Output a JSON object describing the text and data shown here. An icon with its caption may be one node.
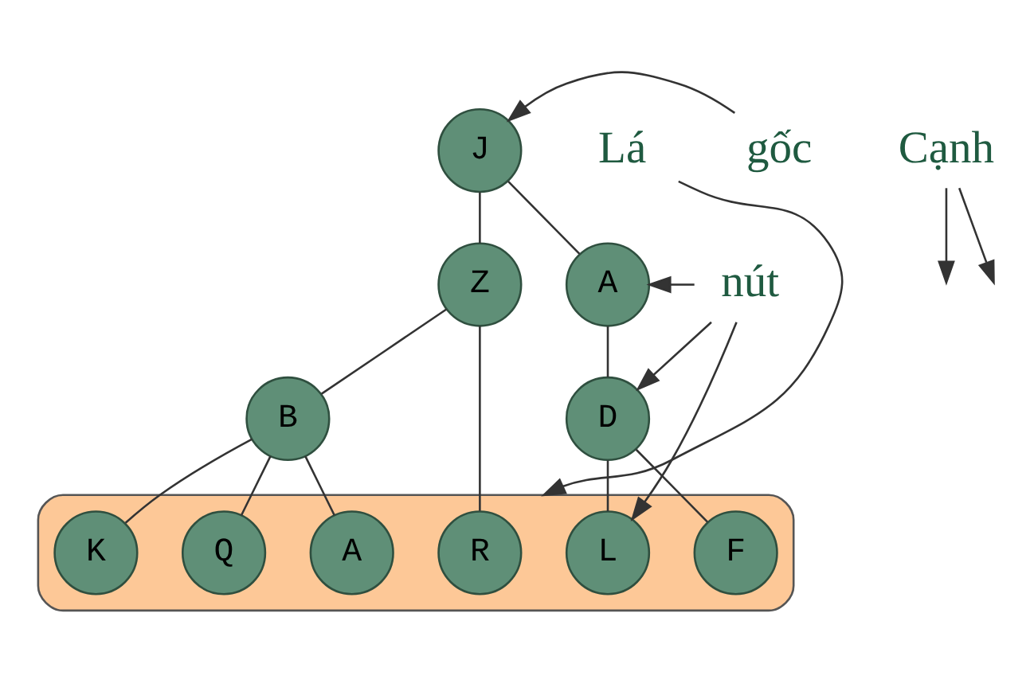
{
  "diagram": {
    "nodes": [
      {
        "text": [
          "J"
        ]
      },
      {
        "text": [
          "gốc"
        ]
      },
      {
        "text": [
          "Cạnh"
        ]
      },
      {
        "text": [
          "Z"
        ]
      },
      {
        "text": [
          "A"
        ]
      },
      {
        "text": [
          "nút"
        ]
      },
      {
        "text": [
          "B"
        ]
      },
      {
        "text": [],
        "shape": "cloud"
      },
      {
        "text": [
          "R"
        ],
        "in": 7
      },
      {
        "text": [
          "D"
        ]
      },
      {
        "text": [
          "Q"
        ],
        "in": 7
      },
      {
        "text": [
          "K"
        ],
        "in": 7
      },
      {
        "text": [
          "A"
        ],
        "in": 7
      },
      {
        "text": [
          "F"
        ],
        "in": 7
      },
      {
        "text": [
          "L"
        ],
        "in": 7
      },
      {
        "text": [
          "Lá"
        ]
      }
    ],
    "edges": [
      {
        "from": 0,
        "to": 3,
        "arrow": "none"
      },
      {
        "from": 0,
        "to": 4,
        "arrow": "none"
      },
      {
        "from": 3,
        "to": 6,
        "arrow": "none"
      },
      {
        "from": 3,
        "to": 8,
        "arrow": "none"
      },
      {
        "from": 4,
        "to": 9,
        "arrow": "none"
      },
      {
        "from": 6,
        "to": 10,
        "arrow": "none"
      },
      {
        "from": 6,
        "to": 11,
        "arrow": "none"
      },
      {
        "from": 6,
        "to": 12,
        "arrow": "none"
      },
      {
        "from": 9,
        "to": 13,
        "arrow": "none"
      },
      {
        "from": 9,
        "to": 14,
        "arrow": "none"
      },
      {
        "from": 1,
        "to": 0,
        "arrow": "to"
      },
      {
        "from": 2,
        "to": null,
        "arrow": "to"
      },
      {
        "from": 2,
        "to": null,
        "arrow": "to"
      },
      {
        "from": 5,
        "to": 4,
        "arrow": "to"
      },
      {
        "from": 5,
        "to": 9,
        "arrow": "to"
      },
      {
        "from": 5,
        "to": 14,
        "arrow": "to"
      },
      {
        "from": 15,
        "to": 7,
        "arrow": "to"
      }
    ]
  }
}
